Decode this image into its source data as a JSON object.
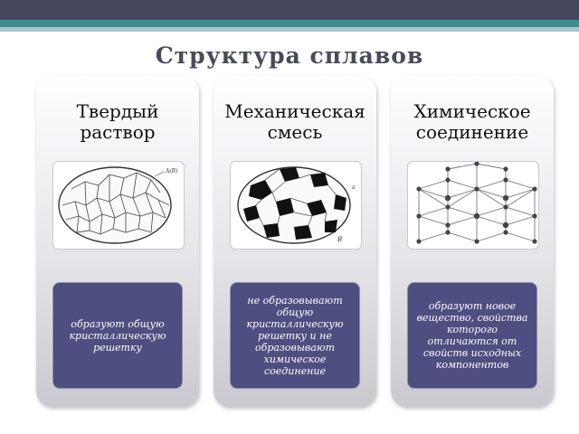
{
  "slide": {
    "title": "Структура сплавов",
    "columns": [
      {
        "heading": "Твердый раствор",
        "image_label": "A(B)",
        "description": "образуют общую кристаллическую решетку"
      },
      {
        "heading": "Механическая смесь",
        "image_label_a": "a",
        "image_label_b": "B",
        "description": "не образовывают общую кристаллическую решетку и не образовывают химическое соединение"
      },
      {
        "heading": "Химическое соединение",
        "description": "образуют новое вещество, свойства которого отличаются от свойств исходных компонентов"
      }
    ]
  },
  "colors": {
    "top_bar": "#44475c",
    "accent_line": "#3e8d90",
    "description_box": "#4f4e80",
    "title_text": "#4a4a5a"
  }
}
